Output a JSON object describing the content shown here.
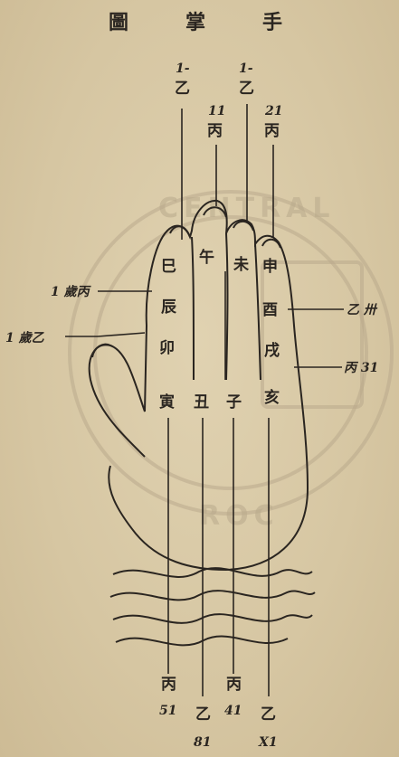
{
  "title": [
    "圖",
    "掌",
    "手"
  ],
  "palm_labels": {
    "index": [
      "巳",
      "辰",
      "卯",
      "寅"
    ],
    "middle": [
      "午",
      "丑"
    ],
    "ring": [
      "未",
      "子"
    ],
    "little": [
      "申",
      "酉",
      "戌",
      "亥"
    ]
  },
  "top_labels": [
    {
      "num": "1-",
      "stem": "乙"
    },
    {
      "num": "11",
      "stem": "丙"
    },
    {
      "num": "1-",
      "stem": "乙"
    },
    {
      "num": "21",
      "stem": "丙"
    }
  ],
  "left_labels": {
    "upper": "1 歲丙",
    "lower": "1 歲乙"
  },
  "right_labels": {
    "upper": "乙 卅",
    "lower": "丙 31"
  },
  "bottom_labels": [
    {
      "stem": "丙",
      "num": "51"
    },
    {
      "stem": "乙",
      "num": "81"
    },
    {
      "stem": "丙",
      "num": "41"
    },
    {
      "stem": "乙",
      "num": "X1"
    }
  ],
  "stamp_text": "CENTRAL · ROC"
}
